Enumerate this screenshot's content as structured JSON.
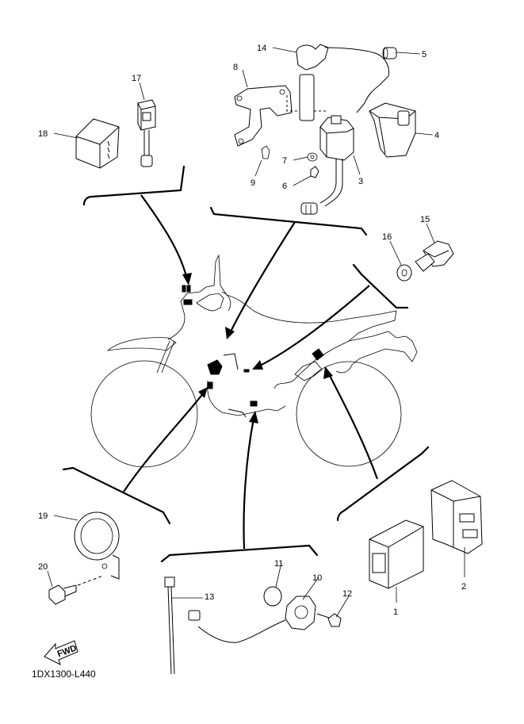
{
  "diagram": {
    "code": "1DX1300-L440",
    "fwd_label": "FWD",
    "callouts": [
      {
        "id": "1"
      },
      {
        "id": "2"
      },
      {
        "id": "3"
      },
      {
        "id": "4"
      },
      {
        "id": "5"
      },
      {
        "id": "6"
      },
      {
        "id": "7"
      },
      {
        "id": "8"
      },
      {
        "id": "9"
      },
      {
        "id": "10"
      },
      {
        "id": "11"
      },
      {
        "id": "12"
      },
      {
        "id": "13"
      },
      {
        "id": "14"
      },
      {
        "id": "15"
      },
      {
        "id": "16"
      },
      {
        "id": "17"
      },
      {
        "id": "18"
      },
      {
        "id": "19"
      },
      {
        "id": "20"
      }
    ]
  }
}
